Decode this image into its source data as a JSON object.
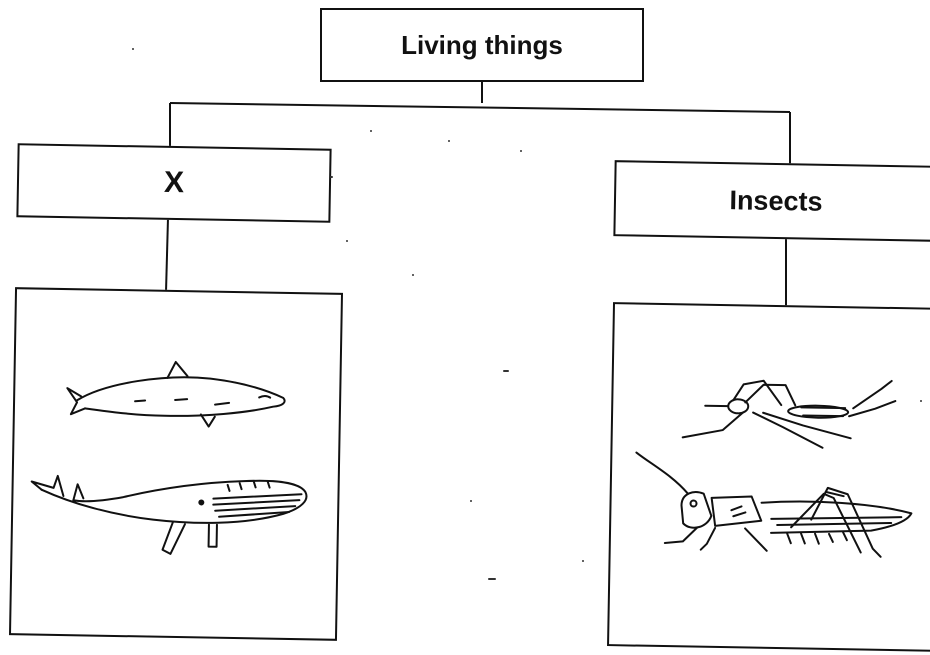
{
  "diagram": {
    "root": {
      "label": "Living things"
    },
    "branches": [
      {
        "label": "X",
        "animals": [
          {
            "name": "dolphin",
            "icon": "dolphin-icon"
          },
          {
            "name": "whale",
            "icon": "whale-icon"
          }
        ]
      },
      {
        "label": "Insects",
        "animals": [
          {
            "name": "mosquito",
            "icon": "mosquito-icon"
          },
          {
            "name": "grasshopper",
            "icon": "grasshopper-icon"
          }
        ]
      }
    ]
  },
  "colors": {
    "line": "#111111",
    "background": "#ffffff"
  }
}
